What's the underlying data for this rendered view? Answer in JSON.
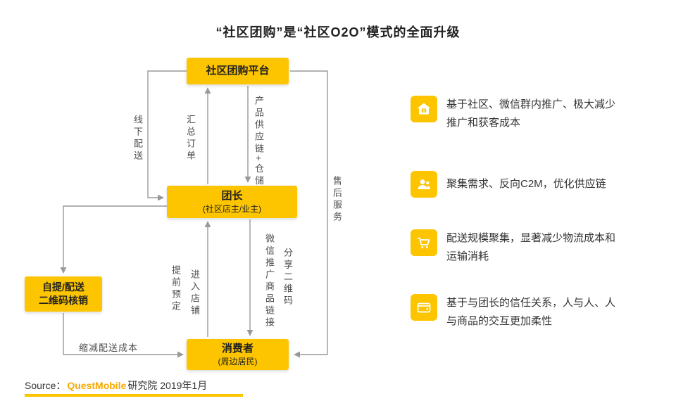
{
  "title": "“社区团购”是“社区O2O”模式的全面升级",
  "flow": {
    "nodes": {
      "platform": {
        "label": "社区团购平台"
      },
      "leader": {
        "label": "团长",
        "sublabel": "(社区店主/业主)"
      },
      "consumer": {
        "label": "消费者",
        "sublabel": "(周边居民)"
      },
      "pickup": {
        "label_line1": "自提/配送",
        "label_line2": "二维码核销"
      }
    },
    "edges": {
      "offline_delivery": "线下配送",
      "aggregate_orders": "汇总订单",
      "supply_chain": "产品供应链+仓储",
      "after_sales": "售后服务",
      "pre_order": "提前预定",
      "enter_store": "进入店铺",
      "wechat_promo": "微信推广商品链接",
      "share_qr": "分享二维码",
      "reduce_cost": "缩减配送成本"
    }
  },
  "benefits": [
    {
      "icon": "home-coin-icon",
      "text": "基于社区、微信群内推广、极大减少推广和获客成本"
    },
    {
      "icon": "people-icon",
      "text": "聚集需求、反向C2M，优化供应链"
    },
    {
      "icon": "cart-icon",
      "text": "配送规模聚集，显著减少物流成本和运输消耗"
    },
    {
      "icon": "wallet-icon",
      "text": "基于与团长的信任关系，人与人、人与商品的交互更加柔性"
    }
  ],
  "source": {
    "prefix": "Source：",
    "brand": "QuestMobile",
    "suffix": "研究院 2019年1月"
  },
  "colors": {
    "accent": "#FDC500",
    "line": "#999999",
    "brand_text": "#F9A900",
    "text_dark": "#333333"
  }
}
